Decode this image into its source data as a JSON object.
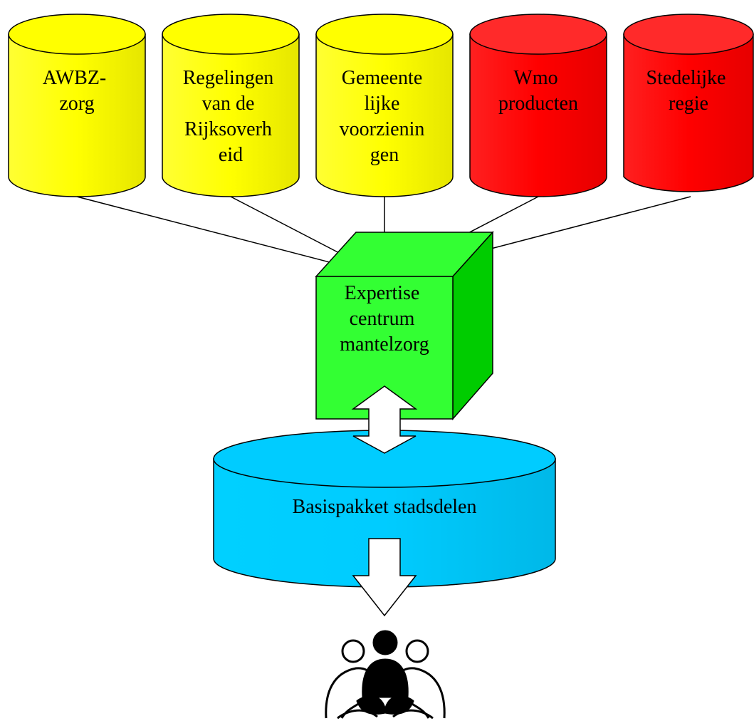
{
  "cylinders": [
    {
      "lines": [
        "AWBZ-",
        "zorg"
      ],
      "color": "#ffff00"
    },
    {
      "lines": [
        "Regelingen",
        "van de",
        "Rijksoverh",
        "eid"
      ],
      "color": "#ffff00"
    },
    {
      "lines": [
        "Gemeente",
        "lijke",
        "voorzienin",
        "gen"
      ],
      "color": "#ffff00"
    },
    {
      "lines": [
        "Wmo",
        "producten"
      ],
      "color": "#ff0000"
    },
    {
      "lines": [
        "Stedelijke",
        "regie"
      ],
      "color": "#ff0000"
    }
  ],
  "cube": {
    "lines": [
      "Expertise",
      "centrum",
      "mantelzorg"
    ],
    "color": "#33ff33"
  },
  "base": {
    "label": "Basispakket stadsdelen",
    "color": "#00ccff"
  },
  "people_icon": "group-of-people-icon"
}
